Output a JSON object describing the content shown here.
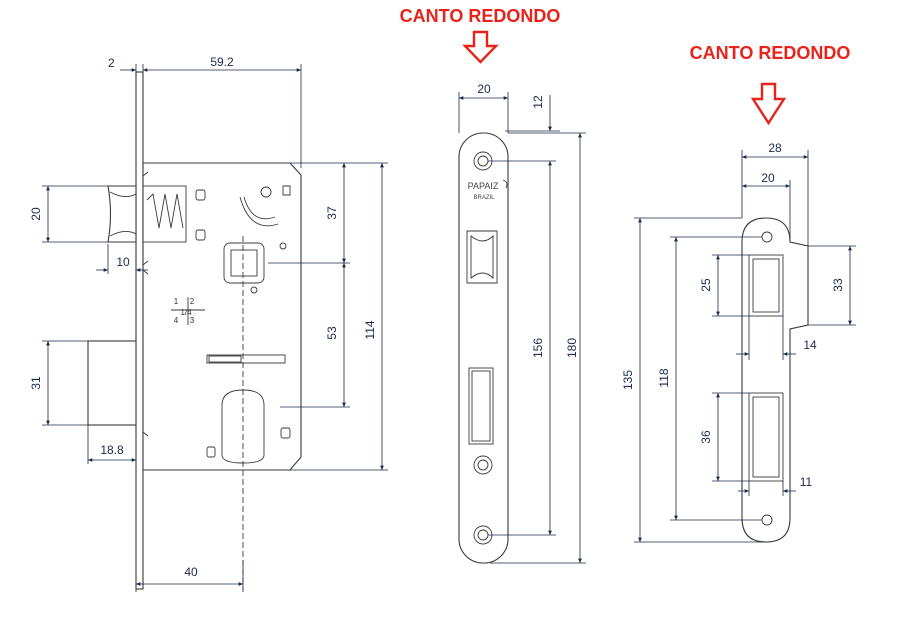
{
  "headings": {
    "center": "CANTO REDONDO",
    "right": "CANTO REDONDO"
  },
  "colors": {
    "heading": "#e8231c",
    "dimension": "#1a2a4a",
    "outline": "#3a3a3a"
  },
  "lock_body": {
    "dims": {
      "faceplate_thickness": "2",
      "body_depth": "59.2",
      "latch_height": "20",
      "latch_projection": "10",
      "spindle_to_top": "37",
      "spindle_to_cylinder": "53",
      "body_height": "114",
      "bolt_height": "31",
      "bolt_projection": "18.8",
      "backset": "40"
    },
    "handing_labels": [
      "1",
      "2",
      "1/4",
      "4",
      "3"
    ]
  },
  "faceplate": {
    "brand": "PAPAIZ",
    "brand_sub": "BRAZIL",
    "dims": {
      "width": "20",
      "corner": "12",
      "hole_spacing": "156",
      "height": "180"
    }
  },
  "strike_plate": {
    "dims": {
      "outer_width": "28",
      "inner_width": "20",
      "latch_opening": "25",
      "lip_height": "33",
      "lip_depth": "14",
      "overall_height": "135",
      "hole_spacing": "118",
      "bolt_opening": "36",
      "opening_offset": "11"
    }
  }
}
